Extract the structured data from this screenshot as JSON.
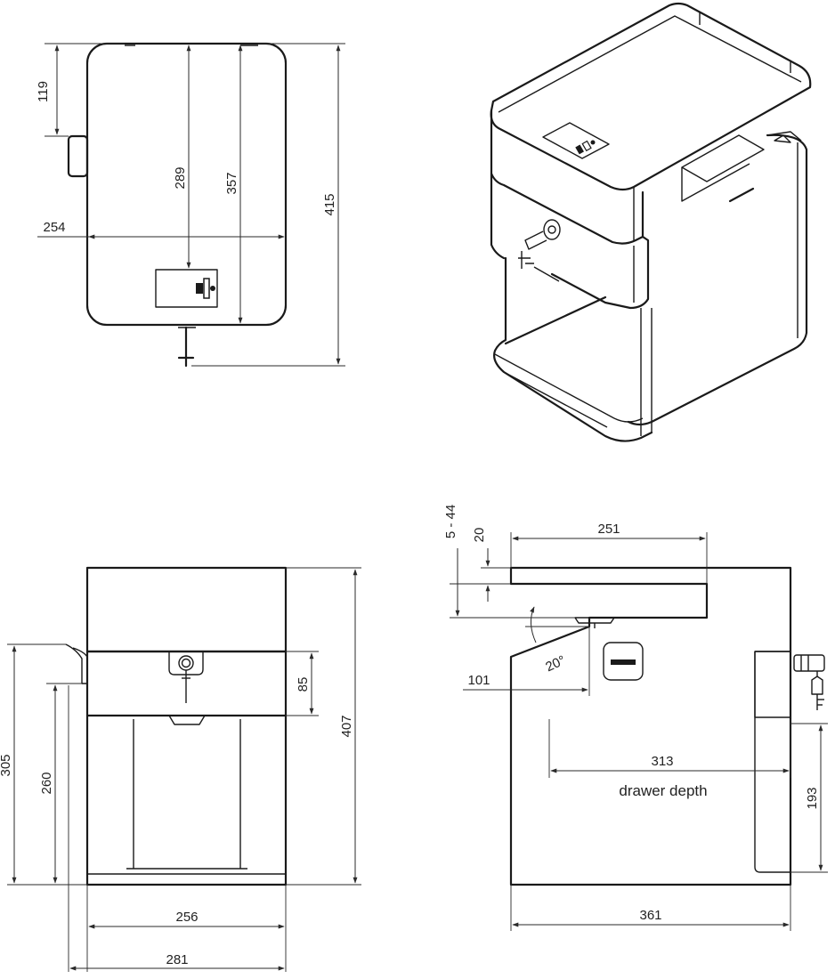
{
  "top_view": {
    "dim_119": "119",
    "dim_289": "289",
    "dim_357": "357",
    "dim_415": "415",
    "dim_254": "254"
  },
  "front_view": {
    "dim_85": "85",
    "dim_407": "407",
    "dim_305": "305",
    "dim_260": "260",
    "dim_256": "256",
    "dim_281": "281"
  },
  "side_view": {
    "dim_5_44": "5 - 44",
    "dim_20": "20",
    "dim_251": "251",
    "angle_20": "20°",
    "dim_101": "101",
    "dim_313": "313",
    "drawer_depth_label": "drawer depth",
    "dim_193": "193",
    "dim_361": "361"
  },
  "icons": {
    "lock": "lock-icon",
    "key": "key-icon",
    "brand_plate": "brand-plate-icon"
  }
}
